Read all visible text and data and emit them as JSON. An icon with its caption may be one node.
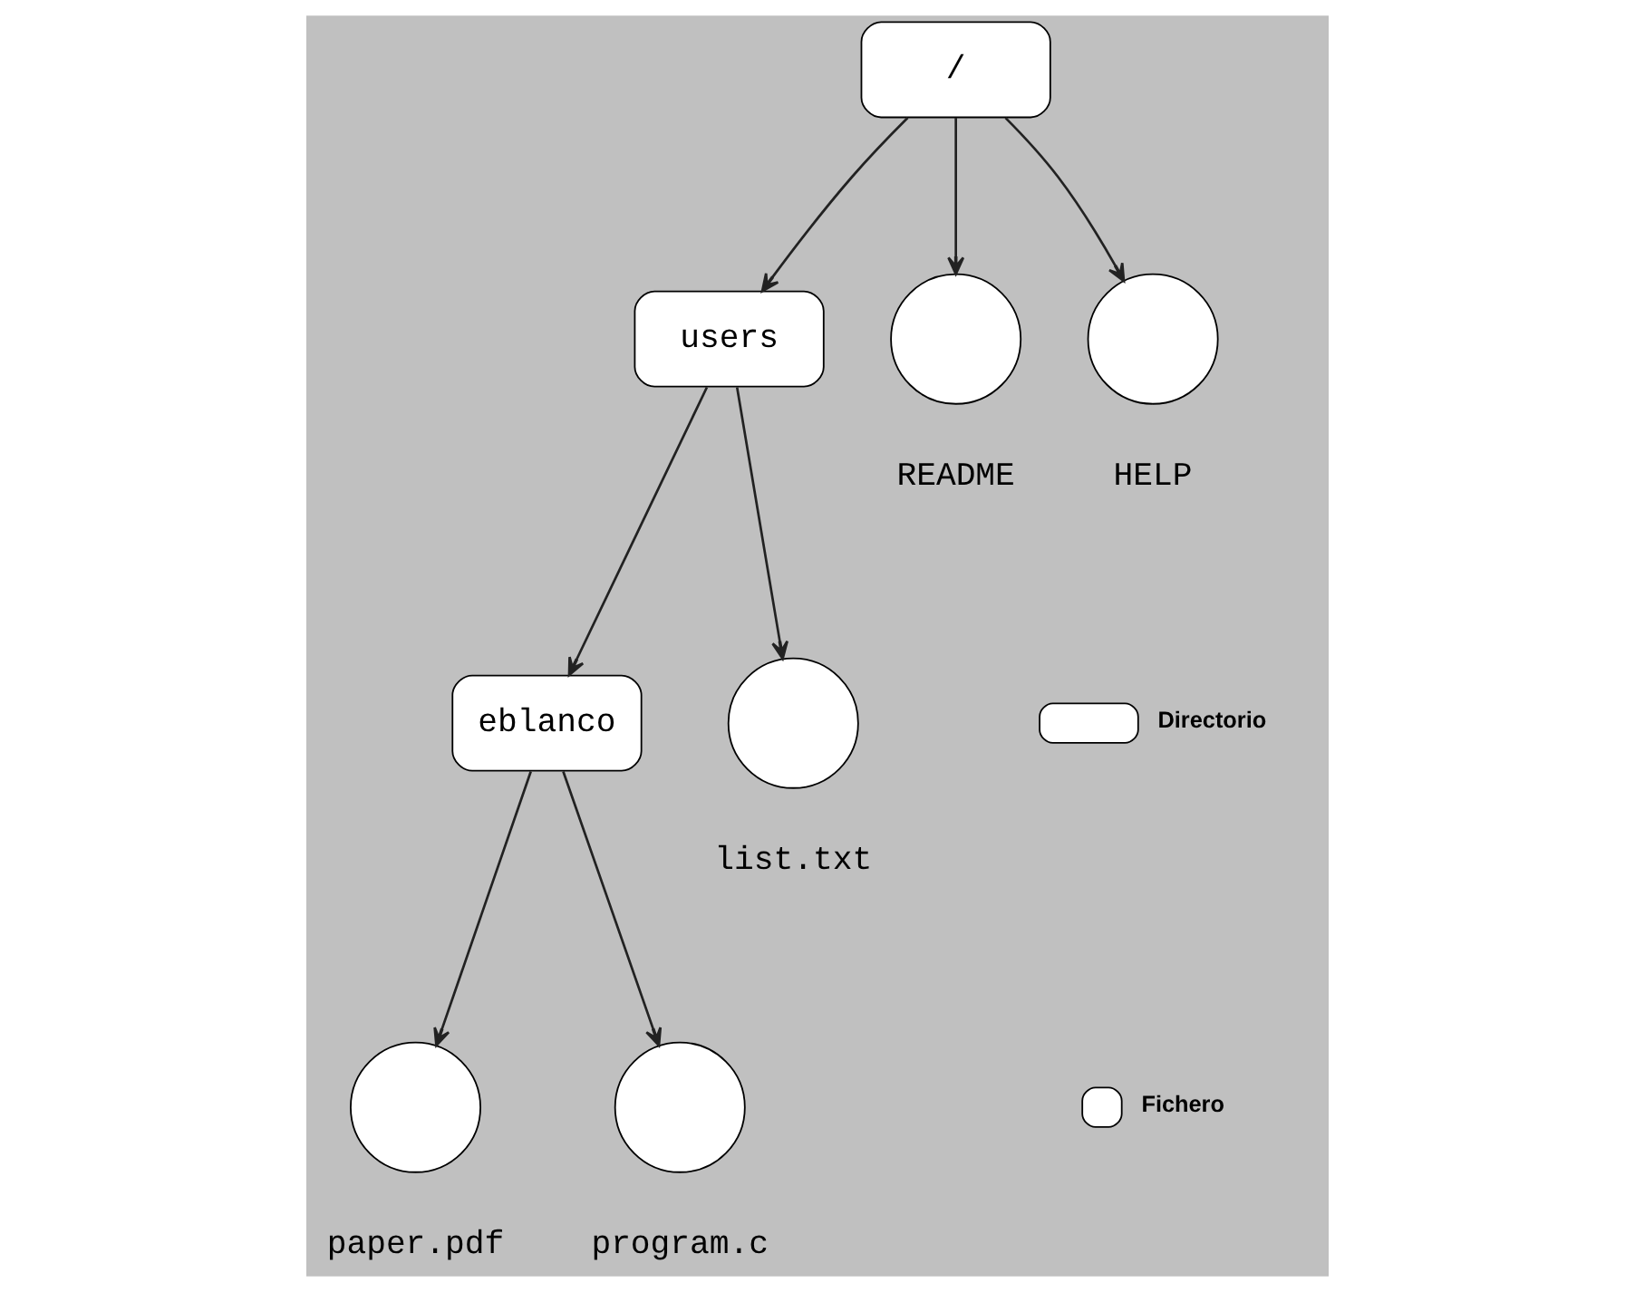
{
  "diagram": {
    "nodes": [
      {
        "text": [
          "/"
        ]
      },
      {
        "text": [
          "users"
        ]
      },
      {
        "text": [],
        "shape": "circle",
        "beside": [
          "README"
        ]
      },
      {
        "text": [],
        "shape": "circle",
        "beside": [
          "HELP"
        ]
      },
      {
        "text": [
          "eblanco"
        ]
      },
      {
        "text": [],
        "shape": "circle",
        "beside": [
          "list.txt"
        ]
      },
      {
        "text": [],
        "shape": "circle",
        "beside": [
          "paper.pdf"
        ]
      },
      {
        "text": [],
        "shape": "circle",
        "beside": [
          "program.c"
        ]
      }
    ],
    "edges": [
      {
        "from": 0,
        "to": 1,
        "arrow": "to"
      },
      {
        "from": 0,
        "to": 2,
        "arrow": "to"
      },
      {
        "from": 0,
        "to": 3,
        "arrow": "to"
      },
      {
        "from": 1,
        "to": 4,
        "arrow": "to"
      },
      {
        "from": 1,
        "to": 5,
        "arrow": "to"
      },
      {
        "from": 4,
        "to": 6,
        "arrow": "to"
      },
      {
        "from": 4,
        "to": 7,
        "arrow": "to"
      }
    ],
    "legend": [
      {
        "text": "Directorio"
      },
      {
        "text": "Fichero"
      }
    ]
  }
}
